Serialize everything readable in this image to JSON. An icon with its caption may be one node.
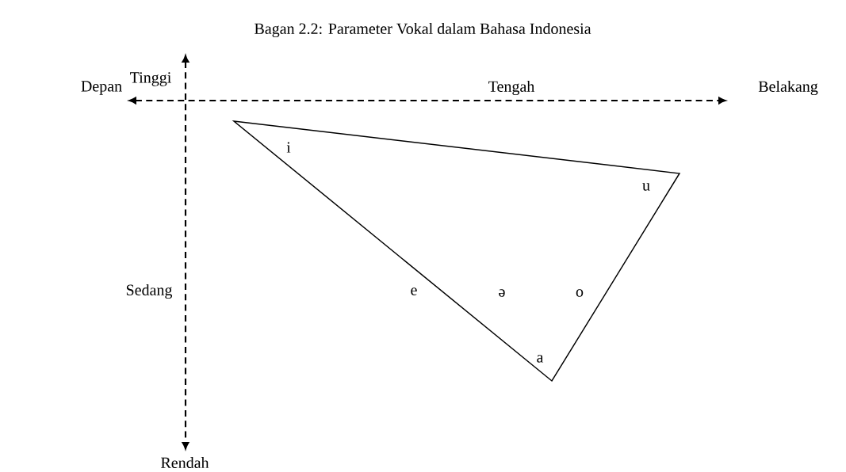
{
  "diagram": {
    "title": "Bagan 2.2: Parameter Vokal dalam Bahasa Indonesia",
    "labels": [
      "Depan",
      "Tinggi",
      "Tengah",
      "Belakang",
      "i",
      "u",
      "Sedang",
      "e",
      "ə",
      "o",
      "a",
      "Rendah"
    ]
  }
}
